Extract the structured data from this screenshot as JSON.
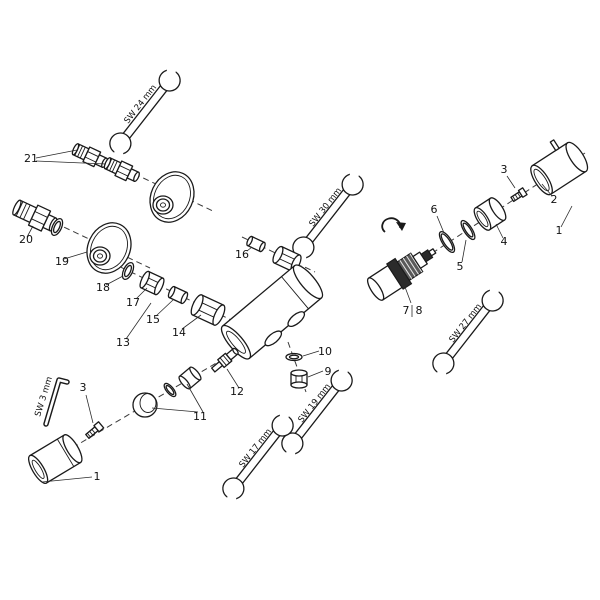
{
  "diagram": {
    "part_labels": {
      "p21": "21",
      "p20": "20",
      "p19": "19",
      "p18": "18",
      "p17": "17",
      "p16": "16",
      "p15": "15",
      "p14": "14",
      "p13": "13",
      "p12": "12",
      "p11": "11",
      "p10": "10",
      "p9": "9",
      "p8": "8",
      "p7": "7",
      "p6": "6",
      "p5": "5",
      "p4": "4",
      "p3_right": "3",
      "p2": "2",
      "p1_right": "1",
      "p3_left": "3",
      "p1_left": "1"
    },
    "tool_labels": {
      "sw24": "SW 24 mm",
      "sw30": "SW 30 mm",
      "sw27": "SW 27 mm",
      "sw19": "SW 19 mm",
      "sw17": "SW 17 mm",
      "sw3": "SW 3 mm"
    },
    "colors": {
      "line": "#1a1a1a",
      "background": "#ffffff",
      "dark_fill": "#2b2b2b",
      "mid_fill": "#5a5a5a"
    }
  }
}
